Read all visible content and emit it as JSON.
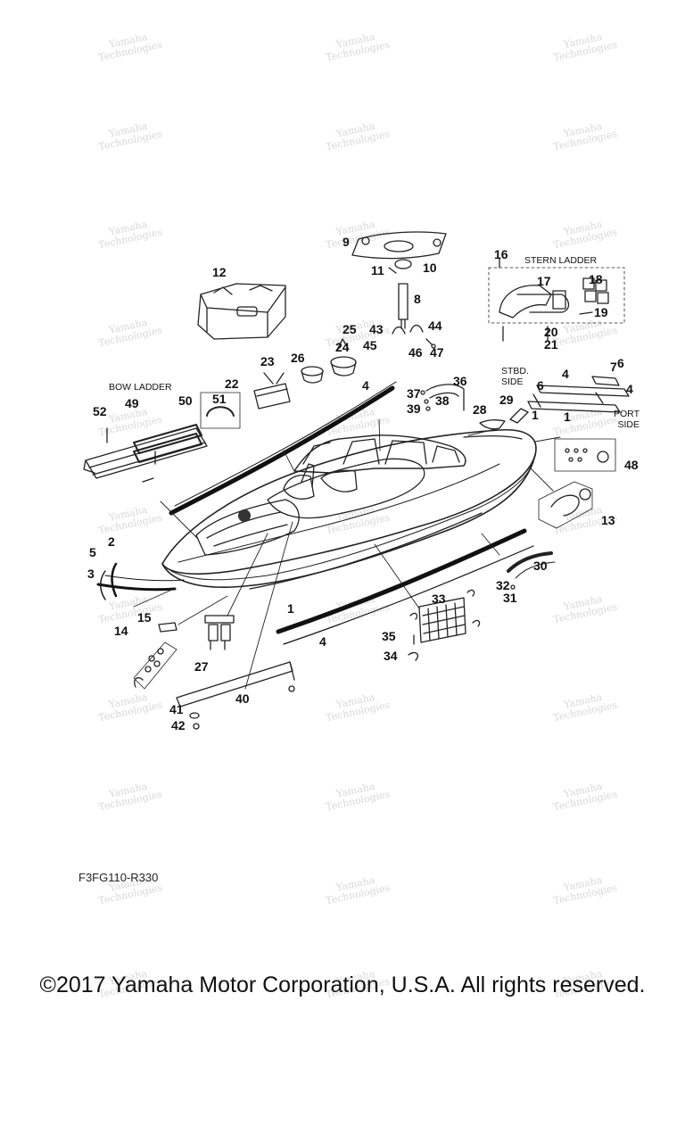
{
  "watermark": {
    "line1": "Yamaha",
    "line2": "Technologies"
  },
  "diagram": {
    "labels": {
      "stern_ladder": "STERN LADDER",
      "bow_ladder": "BOW LADDER",
      "stbd_side": "STBD.\nSIDE",
      "port_side": "PORT\nSIDE"
    },
    "callouts": [
      "1",
      "1",
      "1",
      "2",
      "3",
      "4",
      "4",
      "4",
      "4",
      "5",
      "6",
      "6",
      "7",
      "8",
      "9",
      "10",
      "11",
      "12",
      "13",
      "14",
      "15",
      "16",
      "17",
      "18",
      "19",
      "20",
      "21",
      "22",
      "23",
      "24",
      "25",
      "26",
      "27",
      "28",
      "29",
      "30",
      "31",
      "32",
      "33",
      "34",
      "35",
      "36",
      "37",
      "38",
      "39",
      "40",
      "41",
      "42",
      "43",
      "44",
      "45",
      "46",
      "47",
      "48",
      "49",
      "50",
      "51",
      "52"
    ],
    "code": "F3FG110-R330"
  },
  "footer": {
    "copyright": "©2017 Yamaha Motor Corporation, U.S.A. All rights reserved."
  }
}
